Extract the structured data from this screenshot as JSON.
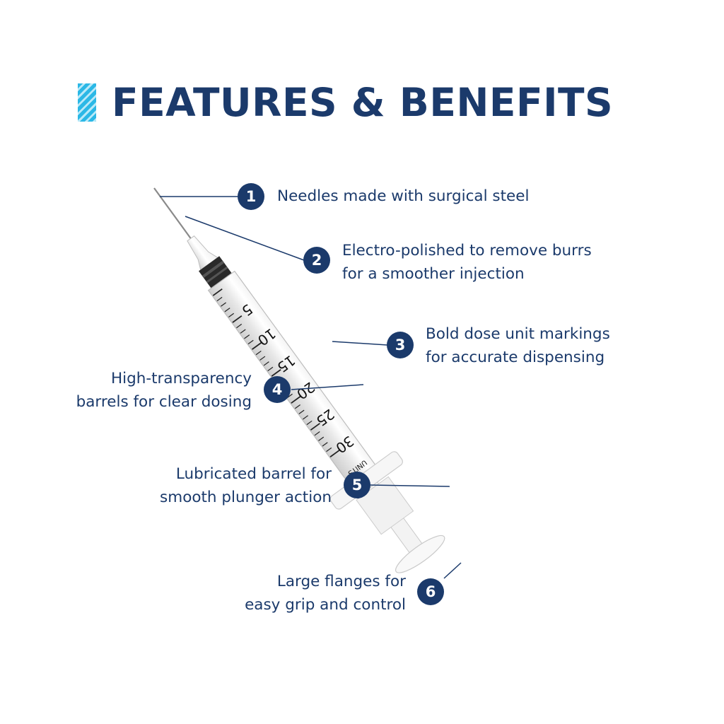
{
  "header": {
    "title": "FEATURES & BENEFITS"
  },
  "colors": {
    "navy": "#1b3a6b",
    "accent": "#2bb8e6"
  },
  "features": [
    {
      "number": "1",
      "lines": [
        "Needles made with surgical steel"
      ]
    },
    {
      "number": "2",
      "lines": [
        "Electro-polished to remove burrs",
        "for a smoother injection"
      ]
    },
    {
      "number": "3",
      "lines": [
        "Bold dose unit markings",
        "for accurate dispensing"
      ]
    },
    {
      "number": "4",
      "lines": [
        "High-transparency",
        "barrels for clear dosing"
      ]
    },
    {
      "number": "5",
      "lines": [
        "Lubricated barrel for",
        "smooth plunger action"
      ]
    },
    {
      "number": "6",
      "lines": [
        "Large flanges for",
        "easy grip and control"
      ]
    }
  ],
  "syringe": {
    "scale_numbers": [
      "5",
      "10",
      "15",
      "20",
      "25",
      "30"
    ],
    "unit_text": "UNITS"
  }
}
